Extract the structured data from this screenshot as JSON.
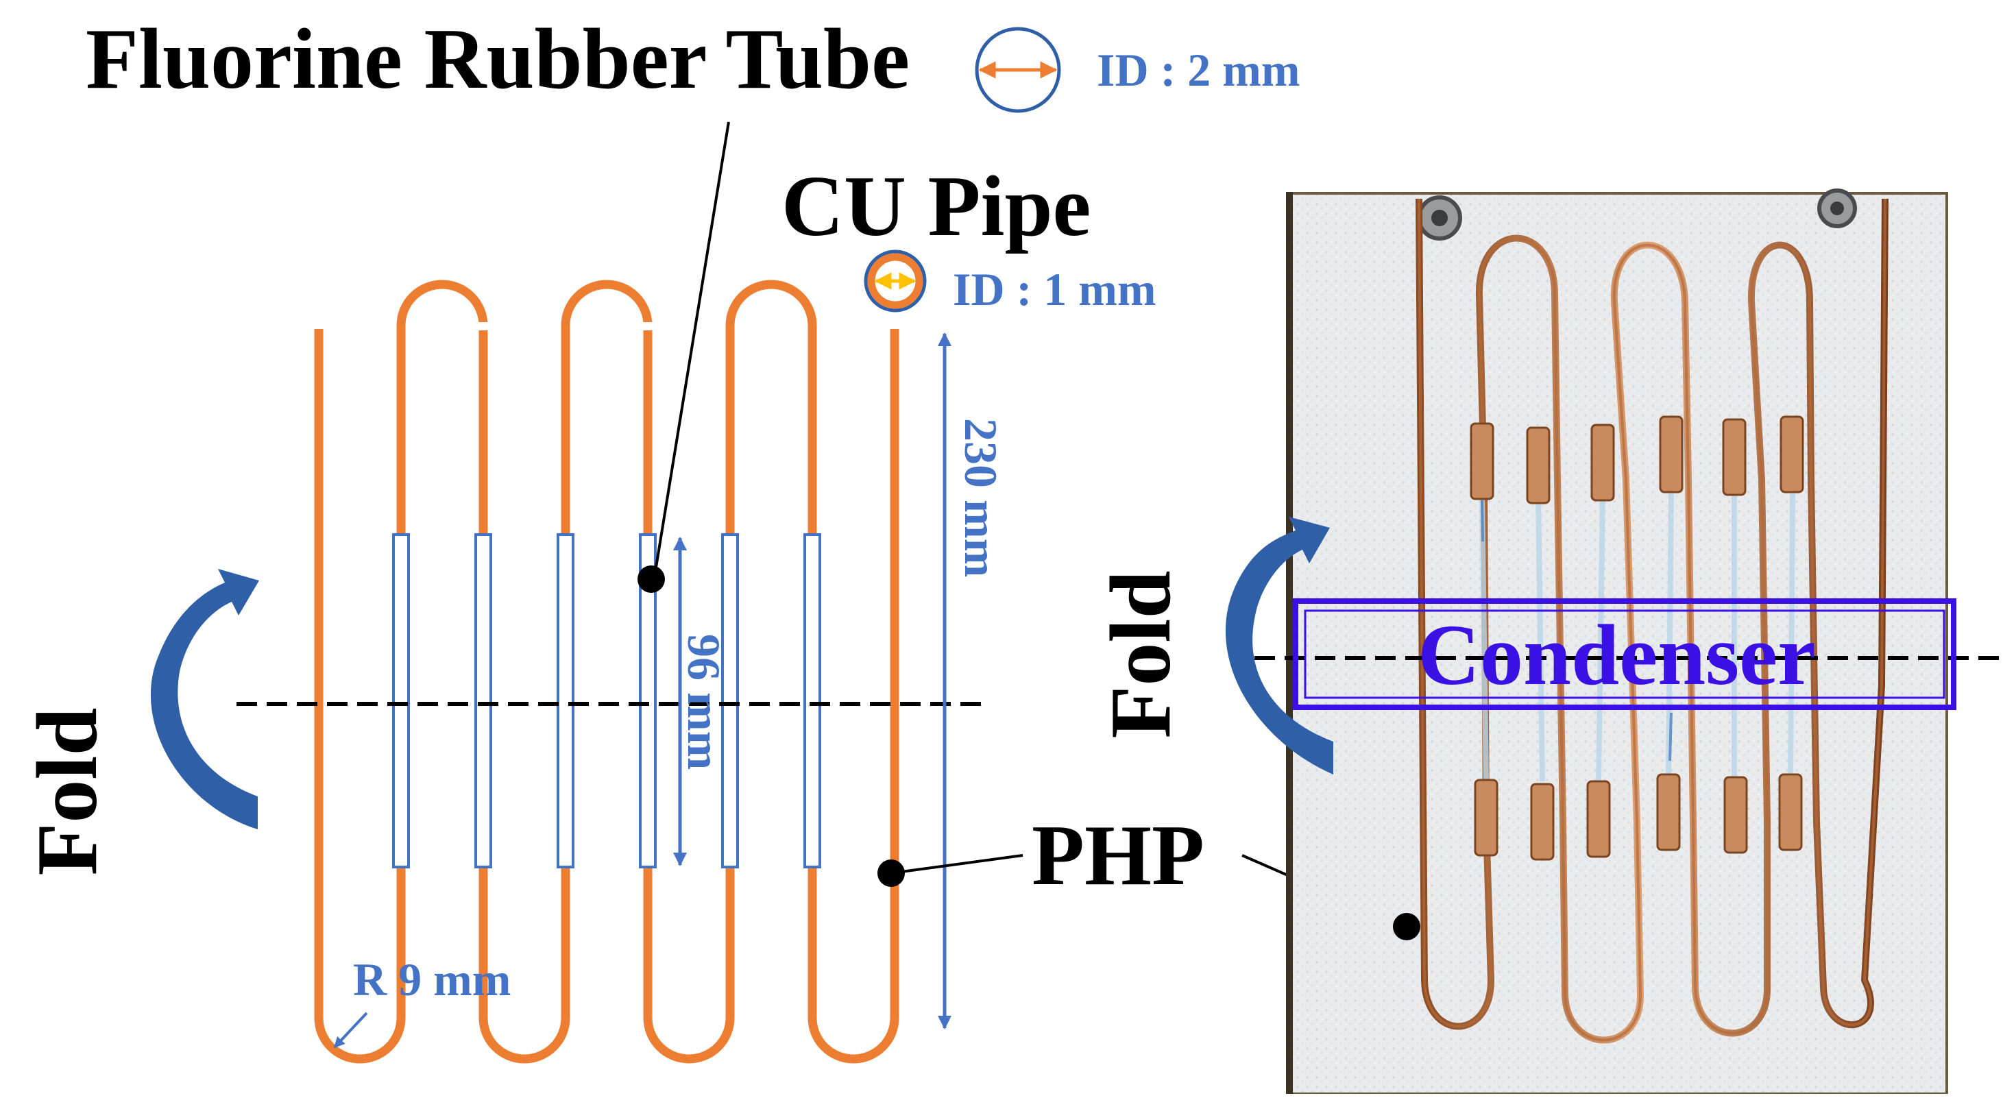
{
  "labels": {
    "title": "Fluorine Rubber Tube",
    "cu_pipe": "CU Pipe",
    "id_tube": "ID : 2 mm",
    "id_pipe": "ID : 1 mm",
    "length_total": "230 mm",
    "length_tube": "96 mm",
    "radius": "R 9 mm",
    "fold_left": "Fold",
    "fold_right": "Fold",
    "php": "PHP",
    "condenser": "Condenser"
  },
  "colors": {
    "pipe": "#ED7D31",
    "dimension": "#4472C4",
    "arrow": "#2F5FA6",
    "condenser": "#3a10e5",
    "inner_arrow_pipe": "#FFC000"
  },
  "icons": {
    "fold_arrow": "curved-arrow-icon",
    "tube_cross_section": "circle-double-arrow-icon"
  }
}
